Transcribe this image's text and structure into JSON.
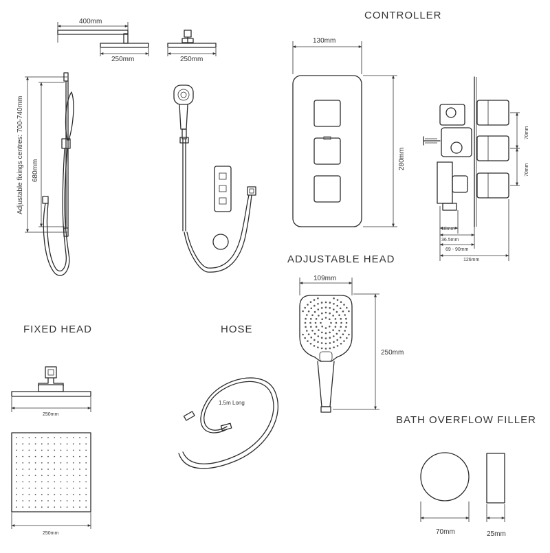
{
  "titles": {
    "controller": "CONTROLLER",
    "adjustable_head": "ADJUSTABLE HEAD",
    "fixed_head": "FIXED HEAD",
    "hose": "HOSE",
    "bath_overflow": "BATH OVERFLOW FILLER"
  },
  "labels": {
    "arm_400": "400mm",
    "head_250_a": "250mm",
    "head_250_b": "250mm",
    "fixings": "Adjustable fixings centres: 700-740mm",
    "rail_680": "680mm",
    "ctrl_w_130": "130mm",
    "ctrl_h_280": "280mm",
    "valve_70_a": "70mm",
    "valve_70_b": "70mm",
    "valve_18": "18mm",
    "valve_36": "36.5mm",
    "valve_69": "69 - 90mm",
    "valve_126": "126mm",
    "adj_w_109": "109mm",
    "adj_h_250": "250mm",
    "fixed_250_a": "250mm",
    "fixed_250_b": "250mm",
    "hose_len": "1.5m Long",
    "bath_70": "70mm",
    "bath_25": "25mm"
  }
}
